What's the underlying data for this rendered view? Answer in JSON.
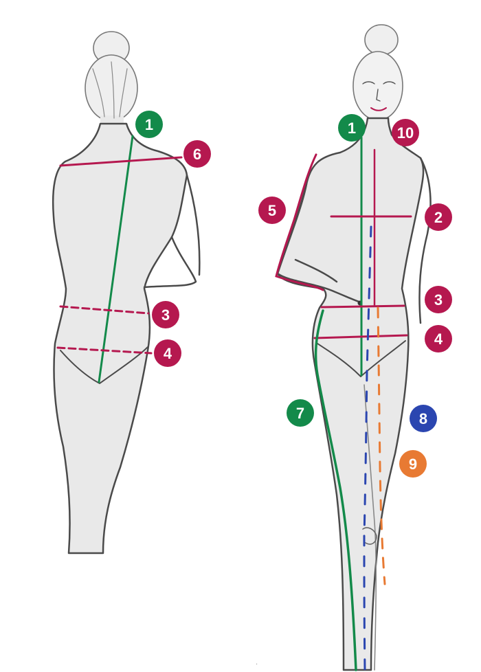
{
  "colors": {
    "green": "#138a4a",
    "crimson": "#b5184f",
    "blue": "#2b46b0",
    "orange": "#e87a33",
    "skin": "#e9e9e9",
    "outline": "#4a4a4a"
  },
  "badges": [
    {
      "id": "back-1",
      "label": "1",
      "color": "green"
    },
    {
      "id": "back-6",
      "label": "6",
      "color": "crimson"
    },
    {
      "id": "back-3",
      "label": "3",
      "color": "crimson"
    },
    {
      "id": "back-4",
      "label": "4",
      "color": "crimson"
    },
    {
      "id": "front-1",
      "label": "1",
      "color": "green"
    },
    {
      "id": "front-10",
      "label": "10",
      "color": "crimson"
    },
    {
      "id": "front-5",
      "label": "5",
      "color": "crimson"
    },
    {
      "id": "front-2",
      "label": "2",
      "color": "crimson"
    },
    {
      "id": "front-3",
      "label": "3",
      "color": "crimson"
    },
    {
      "id": "front-4",
      "label": "4",
      "color": "crimson"
    },
    {
      "id": "front-7",
      "label": "7",
      "color": "green"
    },
    {
      "id": "front-8",
      "label": "8",
      "color": "blue"
    },
    {
      "id": "front-9",
      "label": "9",
      "color": "orange"
    }
  ]
}
